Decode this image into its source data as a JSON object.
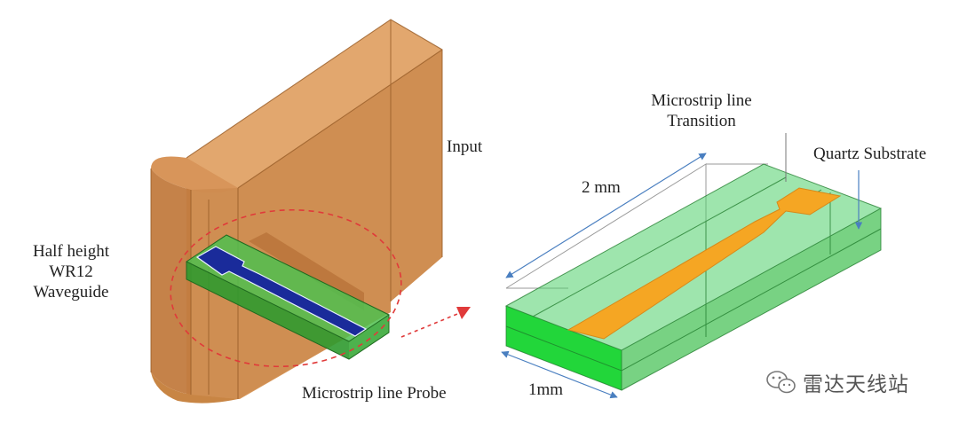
{
  "labels": {
    "input": "Input",
    "half_height_line1": "Half height",
    "half_height_line2": "WR12",
    "half_height_line3": "Waveguide",
    "probe": "Microstrip line Probe",
    "transition_line1": "Microstrip line",
    "transition_line2": "Transition",
    "quartz": "Quartz Substrate",
    "dim_2mm": "2 mm",
    "dim_1mm": "1mm"
  },
  "watermark": {
    "text": "雷达天线站",
    "icon": "wechat-icon"
  },
  "colors": {
    "waveguide": "#d5904f",
    "substrate": "#3fbf3f",
    "strip_left": "#1a2b9a",
    "strip_right": "#f5a623",
    "ellipse": "#e03a3a",
    "dimension": "#4a7fc0"
  }
}
